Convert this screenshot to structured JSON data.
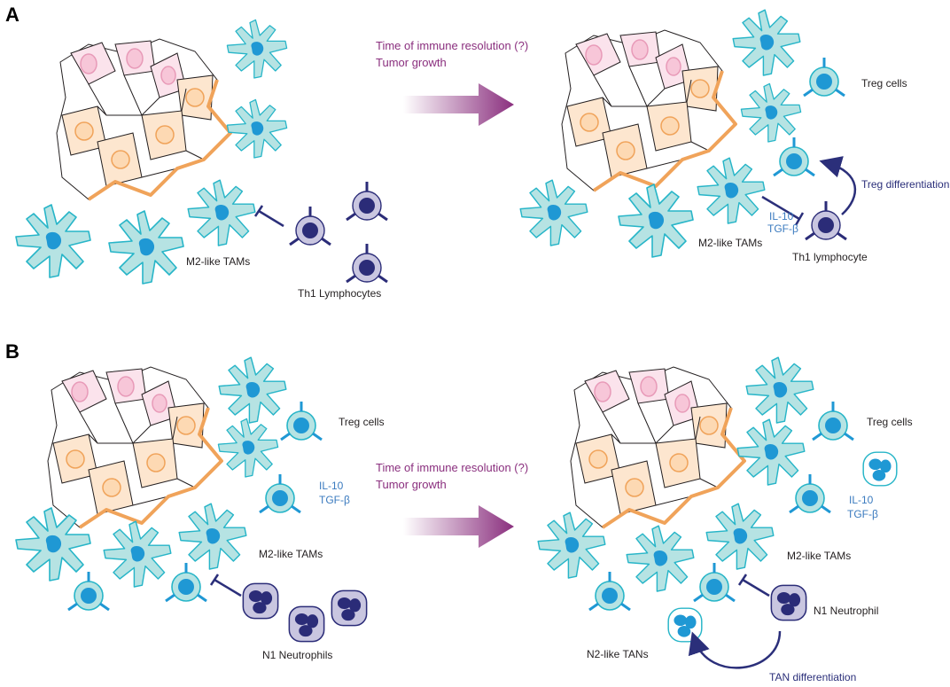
{
  "panels": {
    "A": {
      "letter": "A",
      "process_line1": "Time of immune resolution (?)",
      "process_line2": "Tumor growth",
      "left_tams_label": "M2-like TAMs",
      "left_lymph_label": "Th1 Lymphocytes",
      "right_treg_label": "Treg cells",
      "right_diff_label": "Treg differentiation",
      "right_cytokine1": "IL-10",
      "right_cytokine2": "TGF-β",
      "right_tams_label": "M2-like TAMs",
      "right_lymph_label": "Th1 lymphocyte"
    },
    "B": {
      "letter": "B",
      "process_line1": "Time of immune resolution (?)",
      "process_line2": "Tumor growth",
      "left_treg_label": "Treg cells",
      "left_cytokine1": "IL-10",
      "left_cytokine2": "TGF-β",
      "left_tams_label": "M2-like TAMs",
      "left_neut_label": "N1 Neutrophils",
      "right_treg_label": "Treg cells",
      "right_cytokine1": "IL-10",
      "right_cytokine2": "TGF-β",
      "right_tams_label": "M2-like TAMs",
      "right_neut_label": "N1 Neutrophil",
      "right_tan_label": "N2-like TANs",
      "right_diff_label": "TAN differentiation"
    }
  },
  "colors": {
    "tam_fill": "#b6e3e3",
    "tam_stroke": "#27b5c8",
    "tam_nucleus": "#1f98d4",
    "tumor_orange": "#f0a35a",
    "tumor_pink": "#e89ab8",
    "lymph_body": "#c9c6e0",
    "lymph_nucleus": "#2b2c78",
    "arrow_purple": "#8a2f7e",
    "inhibit": "#2b2f7a"
  }
}
